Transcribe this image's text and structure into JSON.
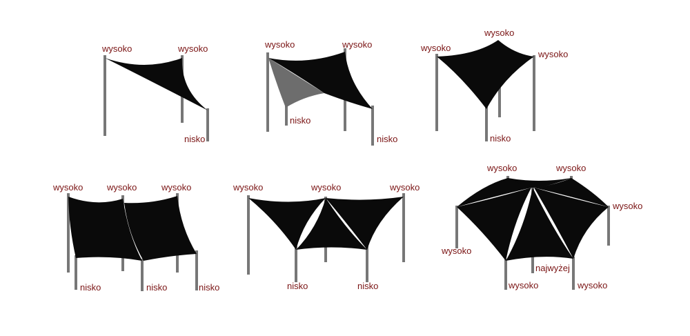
{
  "labels": {
    "high": "wysoko",
    "low": "nisko",
    "highest": "najwyżej"
  },
  "colors": {
    "label": "#7a1414",
    "sail": "#0a0a0a",
    "pole": "#777777"
  },
  "diagrams": [
    {
      "id": "d1",
      "labels": [
        "wysoko",
        "wysoko",
        "nisko"
      ]
    },
    {
      "id": "d2",
      "labels": [
        "wysoko",
        "wysoko",
        "nisko",
        "nisko"
      ]
    },
    {
      "id": "d3",
      "labels": [
        "wysoko",
        "wysoko",
        "wysoko",
        "nisko"
      ]
    },
    {
      "id": "d4",
      "labels": [
        "wysoko",
        "wysoko",
        "wysoko",
        "nisko",
        "nisko",
        "nisko"
      ]
    },
    {
      "id": "d5",
      "labels": [
        "wysoko",
        "wysoko",
        "wysoko",
        "nisko",
        "nisko"
      ]
    },
    {
      "id": "d6",
      "labels": [
        "wysoko",
        "wysoko",
        "wysoko",
        "wysoko",
        "wysoko",
        "wysoko",
        "najwyżej"
      ]
    }
  ]
}
